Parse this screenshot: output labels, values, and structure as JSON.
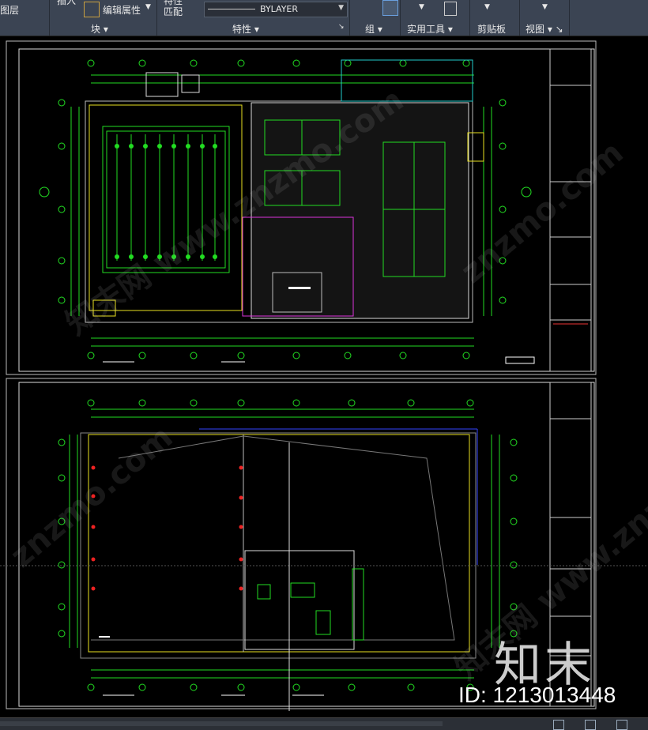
{
  "ribbon": {
    "layers_label": "图层",
    "insert_label": "插入",
    "edit_attr_label": "编辑属性",
    "block_panel": "块",
    "match_prop_label_top": "特性",
    "match_prop_label_bottom": "匹配",
    "linetype_value": "BYLAYER",
    "properties_panel": "特性",
    "group_panel": "组",
    "utilities_panel": "实用工具",
    "clipboard_panel": "剪贴板",
    "view_panel": "视图"
  },
  "watermark": {
    "site": "znzmo.com",
    "site_cn": "知末网 www.znzmo.com",
    "logo": "知末",
    "id_label": "ID: 1213013448"
  },
  "colors": {
    "ribbon_bg": "#3b4453",
    "canvas_bg": "#000000",
    "green": "#22dd22",
    "yellow": "#e8e020",
    "magenta": "#dd33dd",
    "white": "#ffffff",
    "cyan": "#22cccc",
    "red": "#ee2222",
    "blue": "#3344ff"
  }
}
